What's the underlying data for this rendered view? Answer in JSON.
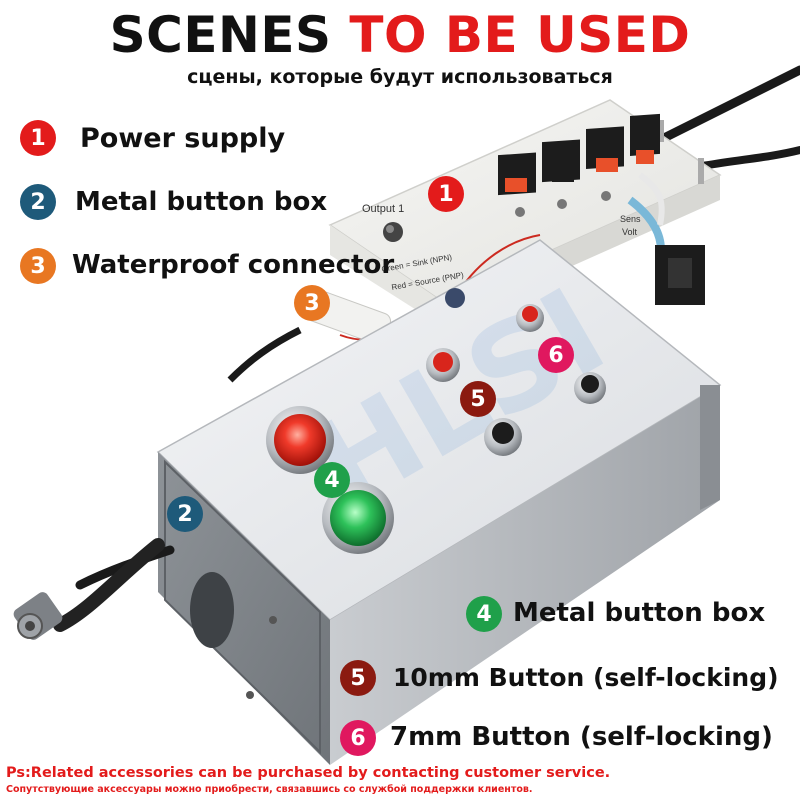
{
  "header": {
    "title_part1": "SCENES ",
    "title_part2": "TO BE USED",
    "subtitle": "сцены, которые будут использоваться"
  },
  "legend": [
    {
      "num": "1",
      "label": "Power supply",
      "color": "#e31b1b"
    },
    {
      "num": "2",
      "label": "Metal button box",
      "color": "#1e5a7a"
    },
    {
      "num": "3",
      "label": "Waterproof connector",
      "color": "#e87722"
    },
    {
      "num": "4",
      "label": "Metal button box",
      "color": "#1fa04a"
    },
    {
      "num": "5",
      "label": "10mm Button (self-locking)",
      "color": "#8b1a10"
    },
    {
      "num": "6",
      "label": "7mm Button (self-locking)",
      "color": "#e0185f"
    }
  ],
  "photo": {
    "markers": [
      {
        "num": "1",
        "color": "#e31b1b"
      },
      {
        "num": "2",
        "color": "#1e5a7a"
      },
      {
        "num": "3",
        "color": "#e87722"
      },
      {
        "num": "4",
        "color": "#1fa04a"
      },
      {
        "num": "5",
        "color": "#8b1a10"
      },
      {
        "num": "6",
        "color": "#e0185f"
      }
    ],
    "supply_text": {
      "output": "Output 1",
      "green": "Green = Sink (NPN)",
      "red": "Red = Source (PNP)",
      "sensor": "Sens",
      "volt": "Volt"
    },
    "watermark": "HLSI"
  },
  "footer": {
    "note_en": "Ps:Related accessories can be purchased by contacting customer service.",
    "note_ru": "Сопутствующие аксессуары можно приобрести, связавшись со службой поддержки клиентов."
  }
}
